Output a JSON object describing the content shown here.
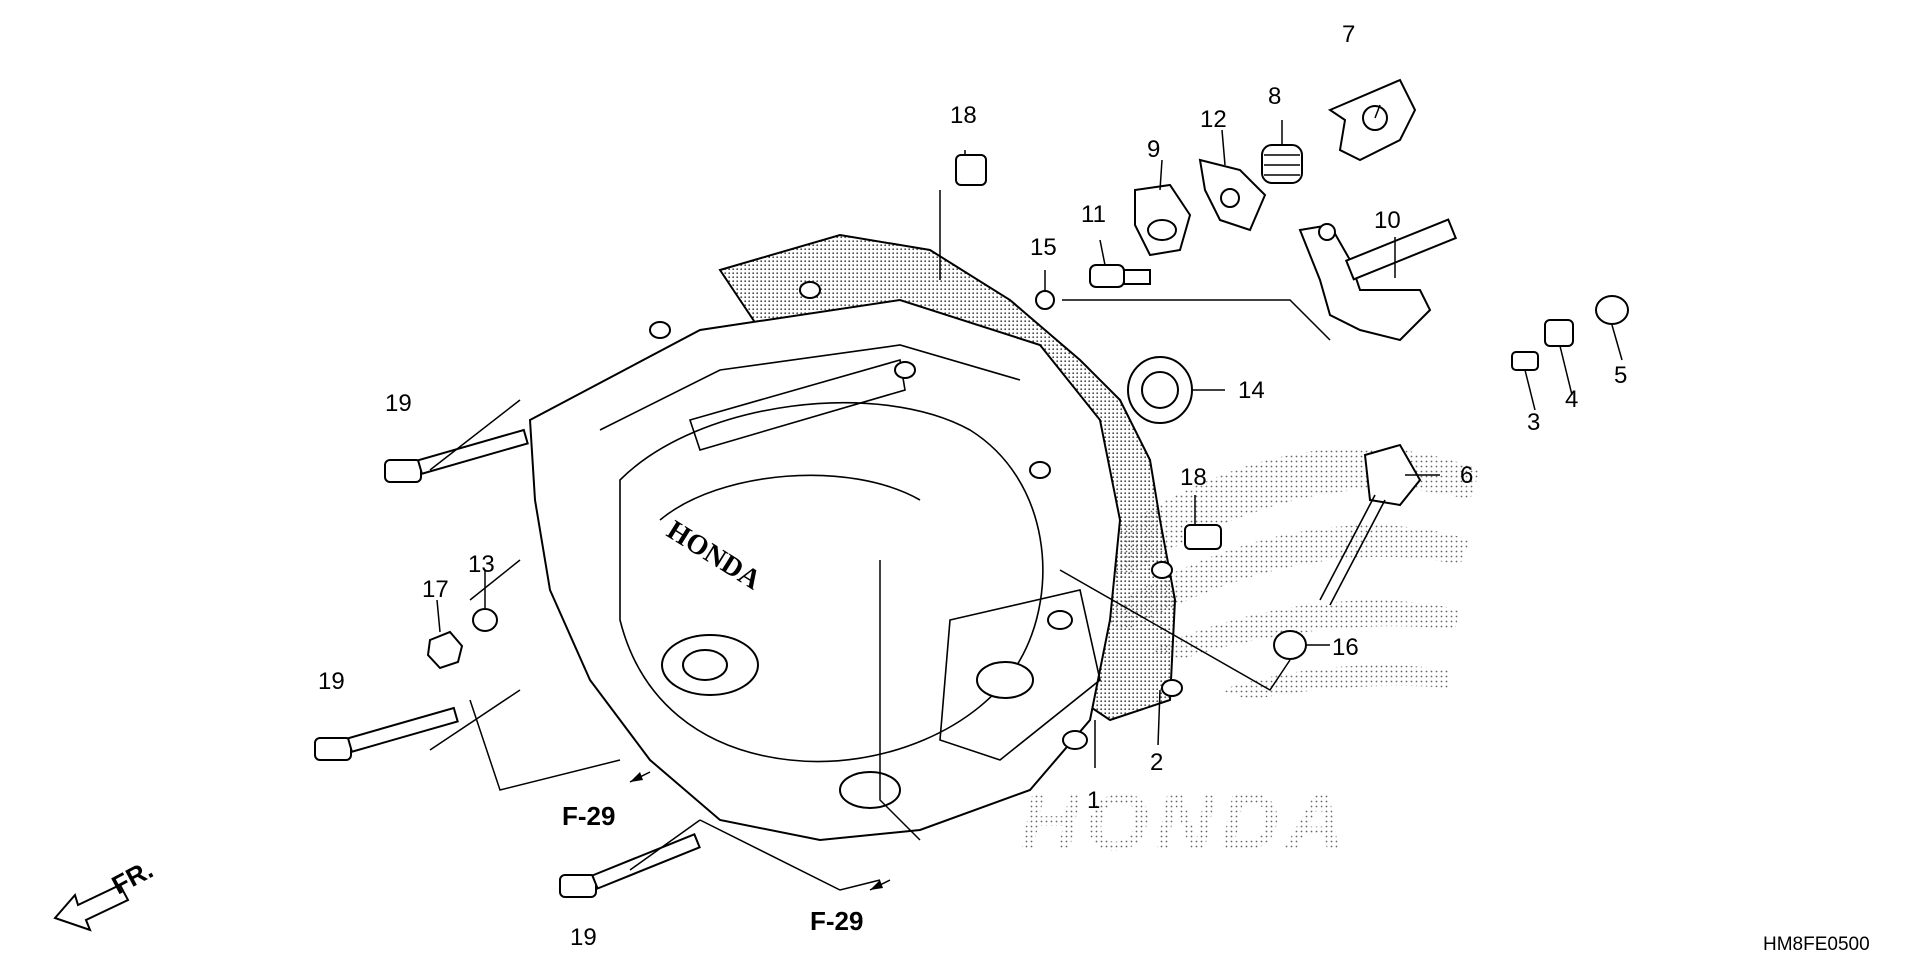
{
  "diagram": {
    "watermark_text": "HONDA",
    "cover_logo_text": "HONDA",
    "diagram_code": "HM8FE0500",
    "front_label": "FR.",
    "refs": [
      "F-29",
      "F-29"
    ],
    "callouts": [
      "1",
      "2",
      "3",
      "4",
      "5",
      "6",
      "7",
      "8",
      "9",
      "10",
      "11",
      "12",
      "13",
      "14",
      "15",
      "16",
      "17",
      "18",
      "18",
      "19",
      "19",
      "19"
    ]
  }
}
